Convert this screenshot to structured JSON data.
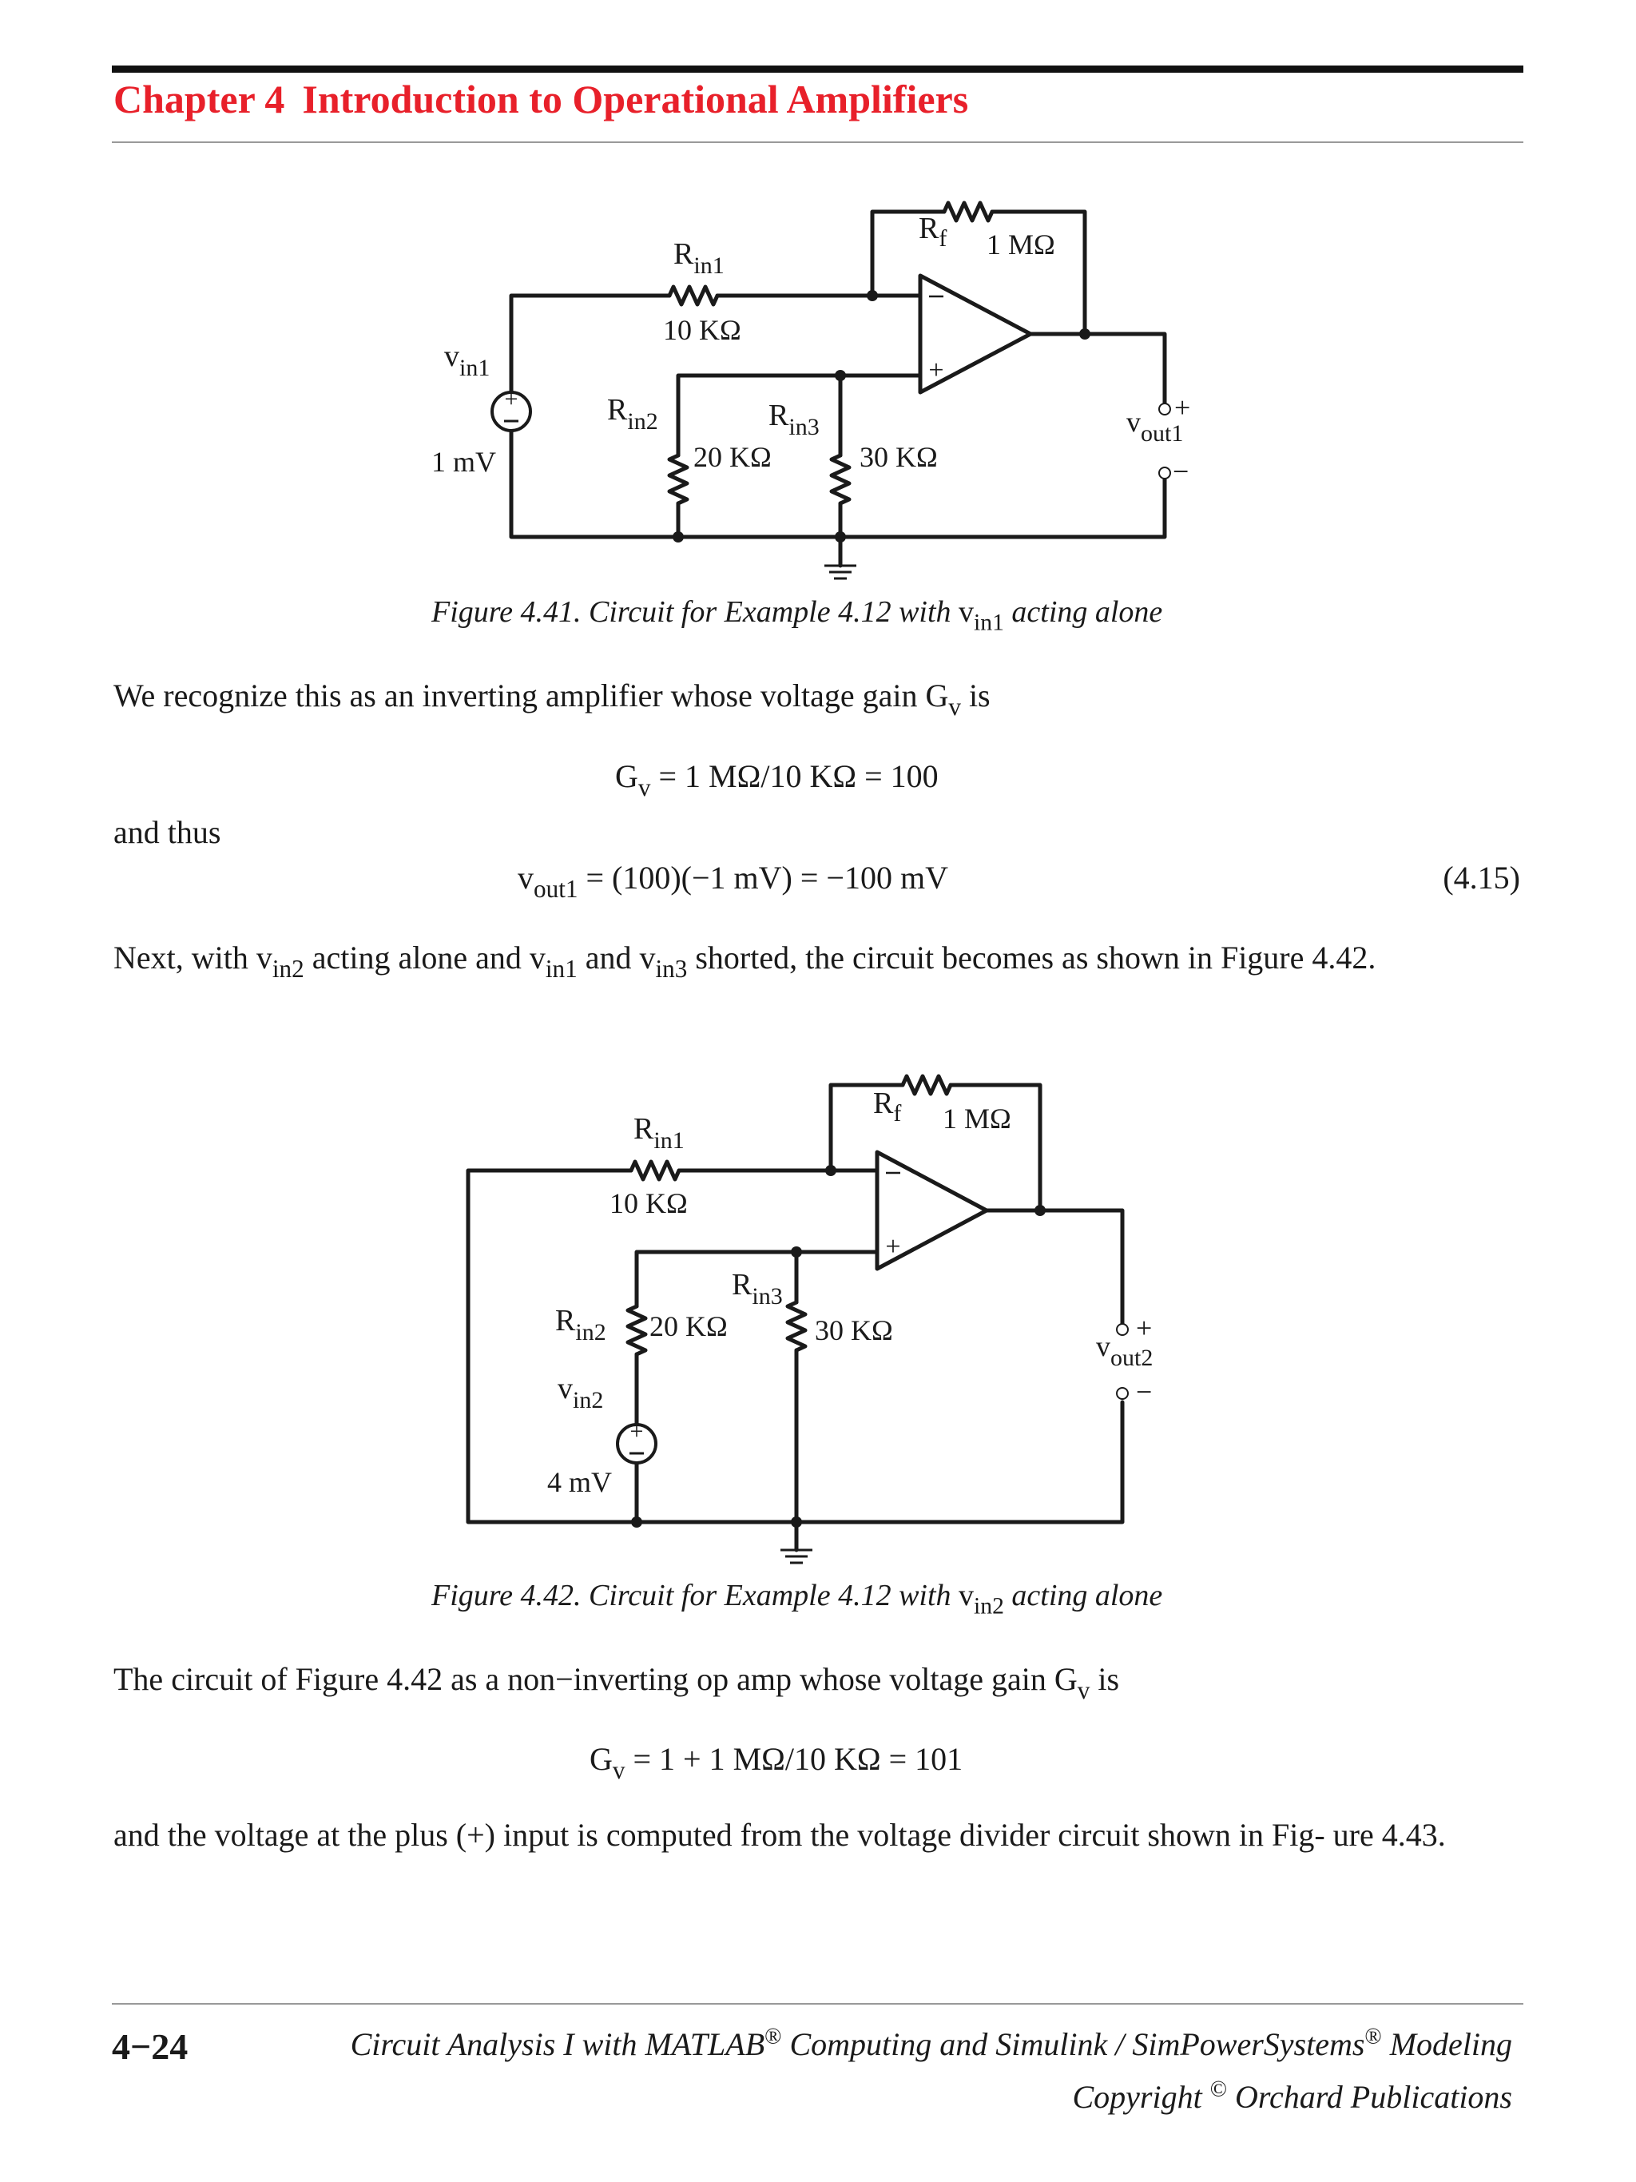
{
  "header": {
    "chapter_num": "Chapter 4",
    "chapter_title": "Introduction to Operational Amplifiers"
  },
  "figure1": {
    "labels": {
      "rin1": "R",
      "rin1_sub": "in1",
      "rin1_value": "10 KΩ",
      "rf": "R",
      "rf_sub": "f",
      "rf_value": "1 MΩ",
      "vin1": "v",
      "vin1_sub": "in1",
      "vin1_value": "1 mV",
      "rin2": "R",
      "rin2_sub": "in2",
      "rin2_value": "20 KΩ",
      "rin3": "R",
      "rin3_sub": "in3",
      "rin3_value": "30 KΩ",
      "vout": "v",
      "vout_sub": "out1",
      "plus": "+",
      "minus": "−"
    },
    "caption": {
      "text": "Figure 4.41. Circuit for Example 4.12 with",
      "var": "v",
      "sub": "in1",
      "suffix": "acting alone"
    }
  },
  "body": {
    "p1": {
      "text": "We recognize this as an inverting amplifier whose voltage gain",
      "var": "G",
      "sub": "v",
      "tail": "is"
    },
    "eq1": {
      "lhs": "G",
      "sub": "v",
      "rhs": "= 1 MΩ/10 KΩ = 100"
    },
    "p2": "and thus",
    "eq2": {
      "lhs": "v",
      "sub": "out1",
      "rhs": "= (100)(−1 mV) = −100 mV",
      "number": "(4.15)"
    },
    "p3": {
      "a": "Next, with",
      "v1": "v",
      "s1": "in2",
      "b": "acting alone and",
      "v2": "v",
      "s2": "in1",
      "c": "and",
      "v3": "v",
      "s3": "in3",
      "d": "shorted, the circuit becomes as shown in Figure 4.42."
    },
    "p4": {
      "text": "The circuit of Figure 4.42 as a non−inverting op amp whose voltage gain",
      "var": "G",
      "sub": "v",
      "tail": "is"
    },
    "eq3": {
      "lhs": "G",
      "sub": "v",
      "rhs": "= 1 + 1 MΩ/10 KΩ = 101"
    },
    "p5": "and the voltage at the plus (+) input is computed from the voltage divider circuit shown in Fig- ure 4.43."
  },
  "figure2": {
    "labels": {
      "rin1": "R",
      "rin1_sub": "in1",
      "rin1_value": "10 KΩ",
      "rf": "R",
      "rf_sub": "f",
      "rf_value": "1 MΩ",
      "rin2": "R",
      "rin2_sub": "in2",
      "rin2_value": "20 KΩ",
      "rin3": "R",
      "rin3_sub": "in3",
      "rin3_value": "30 KΩ",
      "vin2": "v",
      "vin2_sub": "in2",
      "vin2_value": "4 mV",
      "vout": "v",
      "vout_sub": "out2",
      "plus": "+",
      "minus": "−"
    },
    "caption": {
      "text": "Figure 4.42. Circuit for Example 4.12 with",
      "var": "v",
      "sub": "in2",
      "suffix": "acting alone"
    }
  },
  "footer": {
    "page_number": "4−24",
    "book_title_a": "Circuit Analysis I with MATLAB",
    "reg": "®",
    "book_title_b": "Computing and Simulink / SimPowerSystems",
    "book_title_c": "Modeling",
    "copyright_a": "Copyright",
    "copyright_symbol": "©",
    "copyright_b": "Orchard Publications"
  }
}
